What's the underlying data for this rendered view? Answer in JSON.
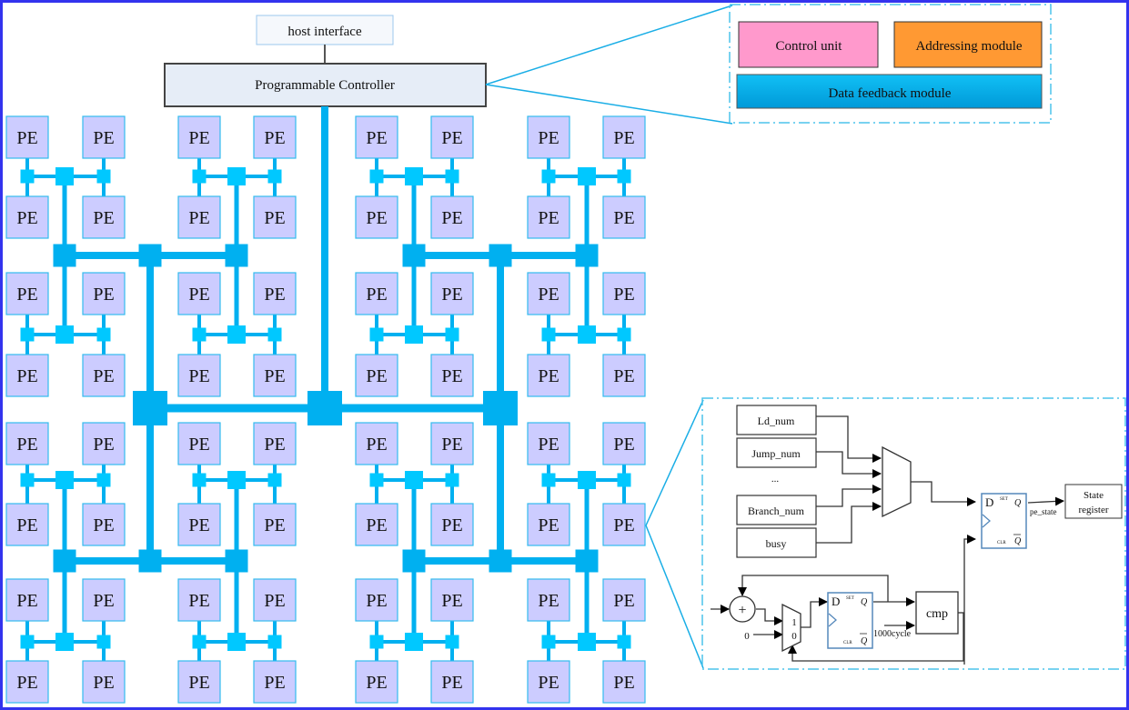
{
  "top": {
    "host_interface": "host interface",
    "controller": "Programmable Controller"
  },
  "controller_detail": {
    "control_unit": "Control unit",
    "addressing_module": "Addressing module",
    "data_feedback_module": "Data feedback module",
    "colors": {
      "control_unit": "#ff99cc",
      "addressing_module": "#ff9933",
      "data_feedback_module": "#00aeef"
    }
  },
  "pe_array": {
    "pe_label": "PE",
    "pe_count": 64,
    "colors": {
      "pe_fill": "#ccccff",
      "pe_border": "#33bbee",
      "bus": "#00b0f0",
      "router_small": "#00c8ff"
    }
  },
  "pe_detail": {
    "inputs": [
      "Ld_num",
      "Jump_num",
      "...",
      "Branch_num",
      "busy"
    ],
    "flipflop": {
      "d": "D",
      "set": "SET",
      "q": "Q",
      "clr": "CLR",
      "qbar": "Q"
    },
    "output_signal": "pe_state",
    "state_register": [
      "State",
      "register"
    ],
    "adder": "+",
    "mux_inputs": [
      "1",
      "0"
    ],
    "const_zero": "0",
    "cmp": "cmp",
    "cycle_label": "1000cycle"
  }
}
